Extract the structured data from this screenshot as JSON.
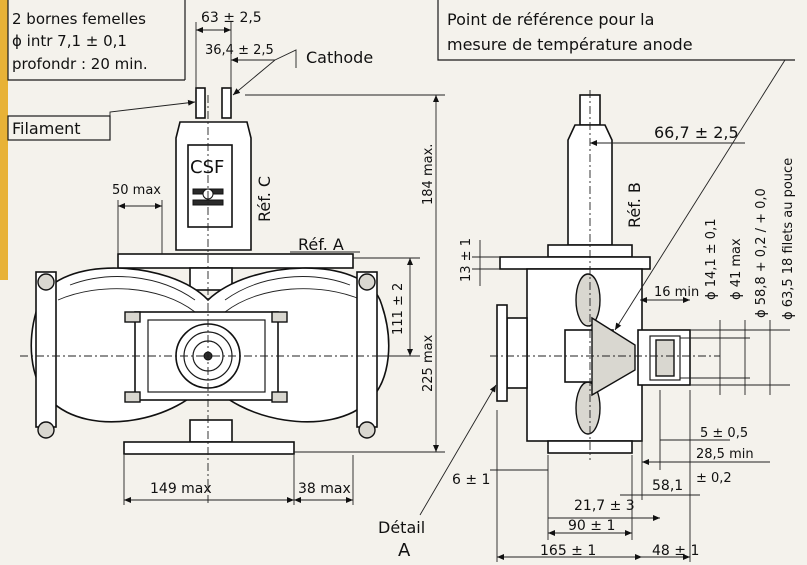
{
  "notes": {
    "bornes_line1": "2 bornes femelles",
    "bornes_line2": "ϕ intr 7,1 ± 0,1",
    "bornes_line3": "profondr : 20 min.",
    "reference_line1": "Point de référence pour la",
    "reference_line2": "mesure de température anode"
  },
  "labels": {
    "cathode": "Cathode",
    "filament": "Filament",
    "csf": "CSF",
    "ref_a": "Réf. A",
    "ref_b": "Réf. B",
    "ref_c": "Réf. C",
    "detail": "Détail",
    "detail_letter": "A"
  },
  "dimensions": {
    "d63": "63 ± 2,5",
    "d36_4": "36,4 ± 2,5",
    "d184": "184 max.",
    "d50": "50 max",
    "d111": "111 ± 2",
    "d225": "225 max",
    "d149": "149 max",
    "d38": "38 max",
    "d13": "13 ± 1",
    "d66_7": "66,7 ± 2,5",
    "phi14_1": "ϕ 14,1 ± 0,1",
    "phi41": "ϕ 41 max",
    "phi58_8": "ϕ 58,8 + 0,2 / + 0,0",
    "phi63_5": "ϕ 63,5 18 filets au pouce",
    "d16": "16 min",
    "d5": "5 ± 0,5",
    "d28_5": "28,5 min",
    "d0_2": "± 0,2",
    "d58_1": "58,1",
    "d6": "6 ± 1",
    "d21_7": "21,7 ± 3",
    "d90": "90 ± 1",
    "d165": "165 ± 1",
    "d48": "48 ± 1"
  },
  "colors": {
    "accent_bar": "#e8b237",
    "paper": "#f4f2ec",
    "ink": "#111111"
  }
}
